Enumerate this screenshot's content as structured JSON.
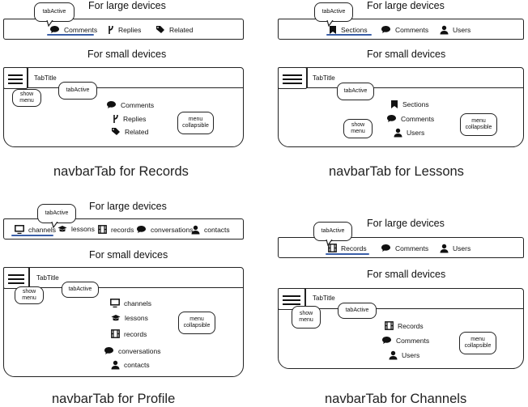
{
  "headings": {
    "large": "For large devices",
    "small": "For small devices"
  },
  "labels": {
    "tab_active": "tabActive",
    "show_menu": "show menu",
    "menu_collapsible": "menu collapsible",
    "tab_title": "TabTitle"
  },
  "records": {
    "caption": "navbarTab for Records",
    "items": [
      "Comments",
      "Replies",
      "Related"
    ],
    "icons": [
      "comment-icon",
      "fork-icon",
      "tag-icon"
    ]
  },
  "lessons": {
    "caption": "navbarTab for Lessons",
    "items": [
      "Sections",
      "Comments",
      "Users"
    ],
    "icons": [
      "bookmark-icon",
      "comment-icon",
      "user-icon"
    ]
  },
  "profile": {
    "caption": "navbarTab for Profile",
    "items": [
      "channels",
      "lessons",
      "records",
      "conversations",
      "contacts"
    ],
    "icons": [
      "monitor-icon",
      "graduation-cap-icon",
      "film-icon",
      "comment-icon",
      "user-icon"
    ]
  },
  "channels": {
    "caption": "navbarTab for Channels",
    "items": [
      "Records",
      "Comments",
      "Users"
    ],
    "icons": [
      "film-icon",
      "comment-icon",
      "user-icon"
    ]
  },
  "colors": {
    "active_underline": "#3a5fa8",
    "stroke": "#222222"
  }
}
